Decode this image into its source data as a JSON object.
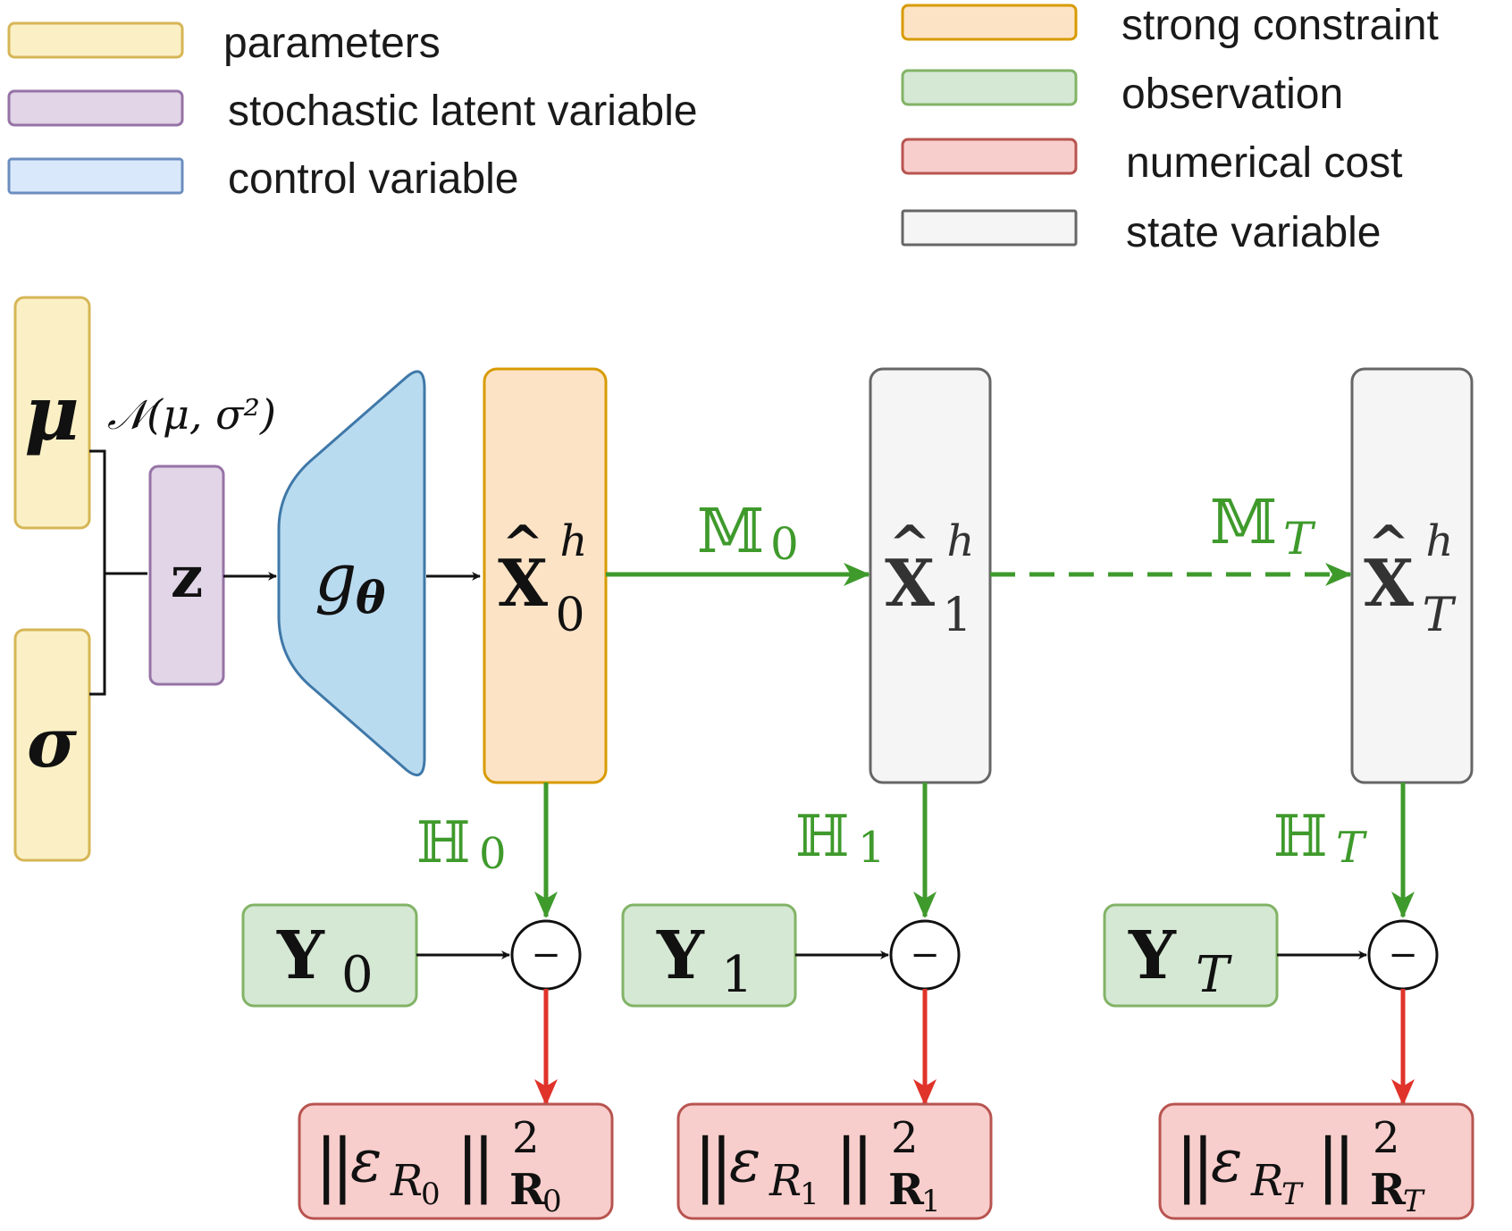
{
  "legend": [
    {
      "label": "parameters",
      "fill": "#fbf0c5",
      "stroke": "#d6b656"
    },
    {
      "label": "stochastic latent variable",
      "fill": "#e1d5e7",
      "stroke": "#9673a6"
    },
    {
      "label": "control variable",
      "fill": "#dae8fc",
      "stroke": "#6c8ebf"
    },
    {
      "label": "strong constraint",
      "fill": "#fde3c6",
      "stroke": "#d79b00"
    },
    {
      "label": "observation",
      "fill": "#d5e8d4",
      "stroke": "#82b366"
    },
    {
      "label": "numerical cost",
      "fill": "#f8cecc",
      "stroke": "#b85450"
    },
    {
      "label": "state variable",
      "fill": "#f5f5f5",
      "stroke": "#666666"
    }
  ],
  "colors": {
    "parameters_fill": "#fbf0c5",
    "parameters_stroke": "#d6b656",
    "latent_fill": "#e1d5e7",
    "latent_stroke": "#9673a6",
    "decoder_fill": "#b9dbf0",
    "decoder_stroke": "#3f78a8",
    "constraint_fill": "#fde3c6",
    "constraint_stroke": "#d79b00",
    "state_fill": "#f5f5f5",
    "state_stroke": "#666666",
    "obs_fill": "#d5e8d4",
    "obs_stroke": "#82b366",
    "cost_fill": "#f8cecc",
    "cost_stroke": "#b85450",
    "green_arrow": "#3f9a2c",
    "red_arrow": "#e0332a"
  },
  "params": {
    "mu": "μ",
    "sigma": "σ",
    "distribution": "𝒩(μ, σ²)"
  },
  "latent": {
    "label": "z"
  },
  "decoder": {
    "label": "g",
    "sub": "θ"
  },
  "states": [
    {
      "base": "X",
      "hat": "^",
      "sup": "h",
      "sub": "0"
    },
    {
      "base": "X",
      "hat": "^",
      "sup": "h",
      "sub": "1"
    },
    {
      "base": "X",
      "hat": "^",
      "sup": "h",
      "sub": "T"
    }
  ],
  "models": [
    {
      "base": "𝕄",
      "sub": "0"
    },
    {
      "base": "𝕄",
      "sub": "T"
    }
  ],
  "obs_ops": [
    {
      "base": "ℍ",
      "sub": "0"
    },
    {
      "base": "ℍ",
      "sub": "1"
    },
    {
      "base": "ℍ",
      "sub": "T"
    }
  ],
  "observations": [
    {
      "base": "Y",
      "sub": "0"
    },
    {
      "base": "Y",
      "sub": "1"
    },
    {
      "base": "Y",
      "sub": "T"
    }
  ],
  "minus_symbol": "−",
  "costs": [
    {
      "bars": "||",
      "eps": "ε",
      "eps_sub": "R",
      "eps_subsub": "0",
      "power": "2",
      "norm": "R",
      "norm_sub": "0"
    },
    {
      "bars": "||",
      "eps": "ε",
      "eps_sub": "R",
      "eps_subsub": "1",
      "power": "2",
      "norm": "R",
      "norm_sub": "1"
    },
    {
      "bars": "||",
      "eps": "ε",
      "eps_sub": "R",
      "eps_subsub": "T",
      "power": "2",
      "norm": "R",
      "norm_sub": "T"
    }
  ]
}
